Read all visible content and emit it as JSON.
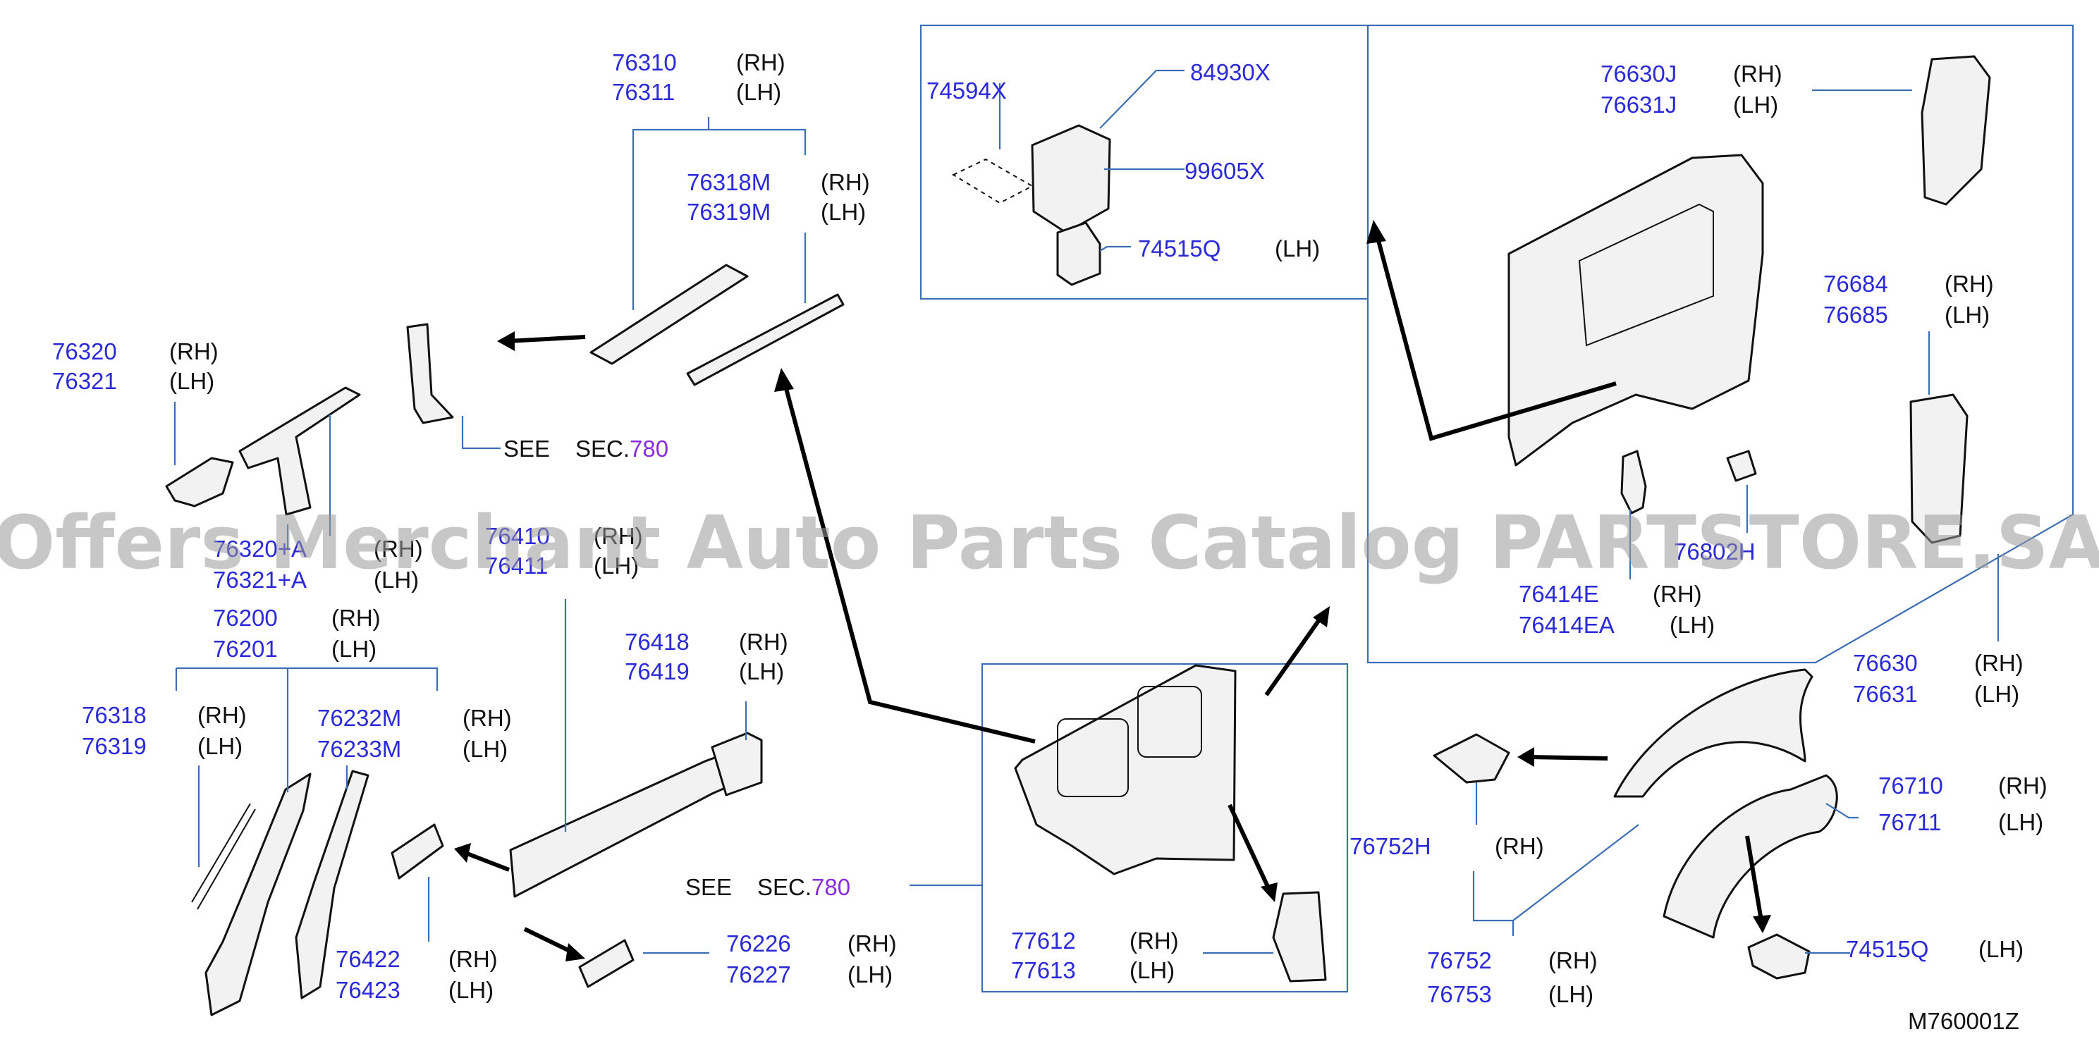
{
  "labels": {
    "l76310": "76310",
    "l76311": "76311",
    "l76318M": "76318M",
    "l76319M": "76319M",
    "l76320": "76320",
    "l76321": "76321",
    "l76320A": "76320+A",
    "l76321A": "76321+A",
    "l76410": "76410",
    "l76411": "76411",
    "l76200": "76200",
    "l76201": "76201",
    "l76318": "76318",
    "l76319": "76319",
    "l76232M": "76232M",
    "l76233M": "76233M",
    "l76418": "76418",
    "l76419": "76419",
    "l76422": "76422",
    "l76423": "76423",
    "l76226": "76226",
    "l76227": "76227",
    "l77612": "77612",
    "l77613": "77613",
    "l74594X": "74594X",
    "l84930X": "84930X",
    "l99605X": "99605X",
    "l74515Q_top": "74515Q",
    "l76630J": "76630J",
    "l76631J": "76631J",
    "l76684": "76684",
    "l76685": "76685",
    "l76414E": "76414E",
    "l76414EA": "76414EA",
    "l76802H": "76802H",
    "l76630": "76630",
    "l76631": "76631",
    "l76710": "76710",
    "l76711": "76711",
    "l76752H": "76752H",
    "l76752": "76752",
    "l76753": "76753",
    "l74515Q_bot": "74515Q"
  },
  "sides": {
    "rh": "(RH)",
    "lh": "(LH)"
  },
  "see_refs": [
    {
      "see": "SEE",
      "sec_label": "SEC.",
      "sec_number": "780"
    },
    {
      "see": "SEE",
      "sec_label": "SEC.",
      "sec_number": "780"
    }
  ],
  "watermark": "Offers Merchant Auto Parts Catalog PARTSTORE.SA",
  "diagram_code": "M760001Z",
  "colors": {
    "part_number": "#2a2ad8",
    "section_number": "#8a2be2",
    "leader": "#3c6eb4",
    "watermark": "#9a9a9a"
  }
}
